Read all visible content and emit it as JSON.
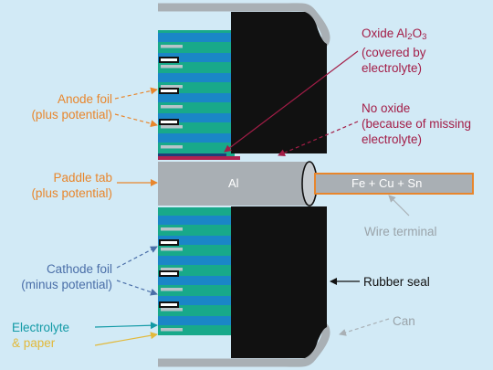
{
  "labels": {
    "oxide": {
      "line1_prefix": "Oxide Al",
      "sub1": "2",
      "mid": "O",
      "sub2": "3",
      "line2": "(covered by",
      "line3": "electrolyte)"
    },
    "no_oxide": {
      "line1": "No oxide",
      "line2": "(because of missing",
      "line3": "electrolyte)"
    },
    "anode_foil": {
      "line1": "Anode foil",
      "line2": "(plus potential)"
    },
    "paddle_tab": {
      "line1": "Paddle tab",
      "line2": "(plus potential)"
    },
    "cathode_foil": {
      "line1": "Cathode foil",
      "line2": "(minus potential)"
    },
    "electrolyte": "Electrolyte",
    "paper": "& paper",
    "wire_terminal": "Wire terminal",
    "rubber_seal": "Rubber seal",
    "can": "Can",
    "al": "Al",
    "alloy": "Fe + Cu + Sn"
  },
  "colors": {
    "background": "#d2eaf6",
    "anode_label": "#e8862c",
    "cathode_label": "#4a6ea8",
    "oxide_label": "#a31d47",
    "annotation_gray": "#9aa3a9",
    "electrolyte_label": "#129aa6",
    "paper_label": "#e2b93b",
    "rubber_seal": "#111111",
    "tab_aluminum": "#a9afb4",
    "wire_orange": "#e8862c"
  }
}
